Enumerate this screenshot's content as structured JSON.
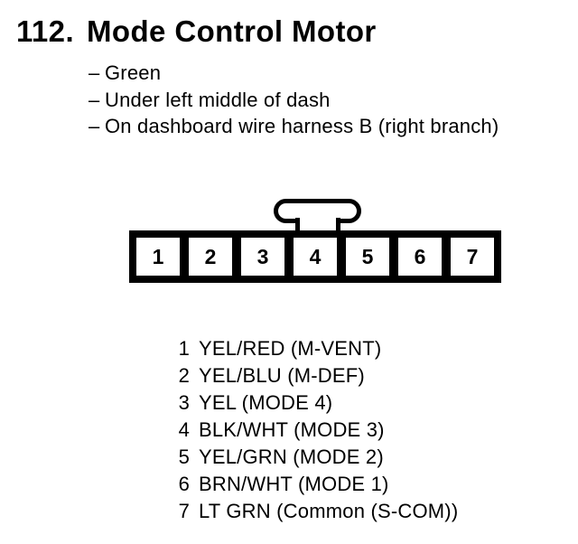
{
  "header": {
    "number": "112.",
    "title": "Mode Control Motor"
  },
  "bullets": {
    "dash": "–",
    "items": [
      "Green",
      "Under left middle of dash",
      "On dashboard wire harness B (right branch)"
    ]
  },
  "connector": {
    "pins": [
      "1",
      "2",
      "3",
      "4",
      "5",
      "6",
      "7"
    ]
  },
  "pin_list": [
    {
      "pin": "1",
      "label": "YEL/RED (M-VENT)"
    },
    {
      "pin": "2",
      "label": "YEL/BLU (M-DEF)"
    },
    {
      "pin": "3",
      "label": "YEL (MODE 4)"
    },
    {
      "pin": "4",
      "label": "BLK/WHT (MODE 3)"
    },
    {
      "pin": "5",
      "label": "YEL/GRN (MODE 2)"
    },
    {
      "pin": "6",
      "label": "BRN/WHT (MODE 1)"
    },
    {
      "pin": "7",
      "label": "LT GRN (Common (S-COM))"
    }
  ],
  "colors": {
    "ink": "#000000",
    "paper": "#ffffff"
  }
}
